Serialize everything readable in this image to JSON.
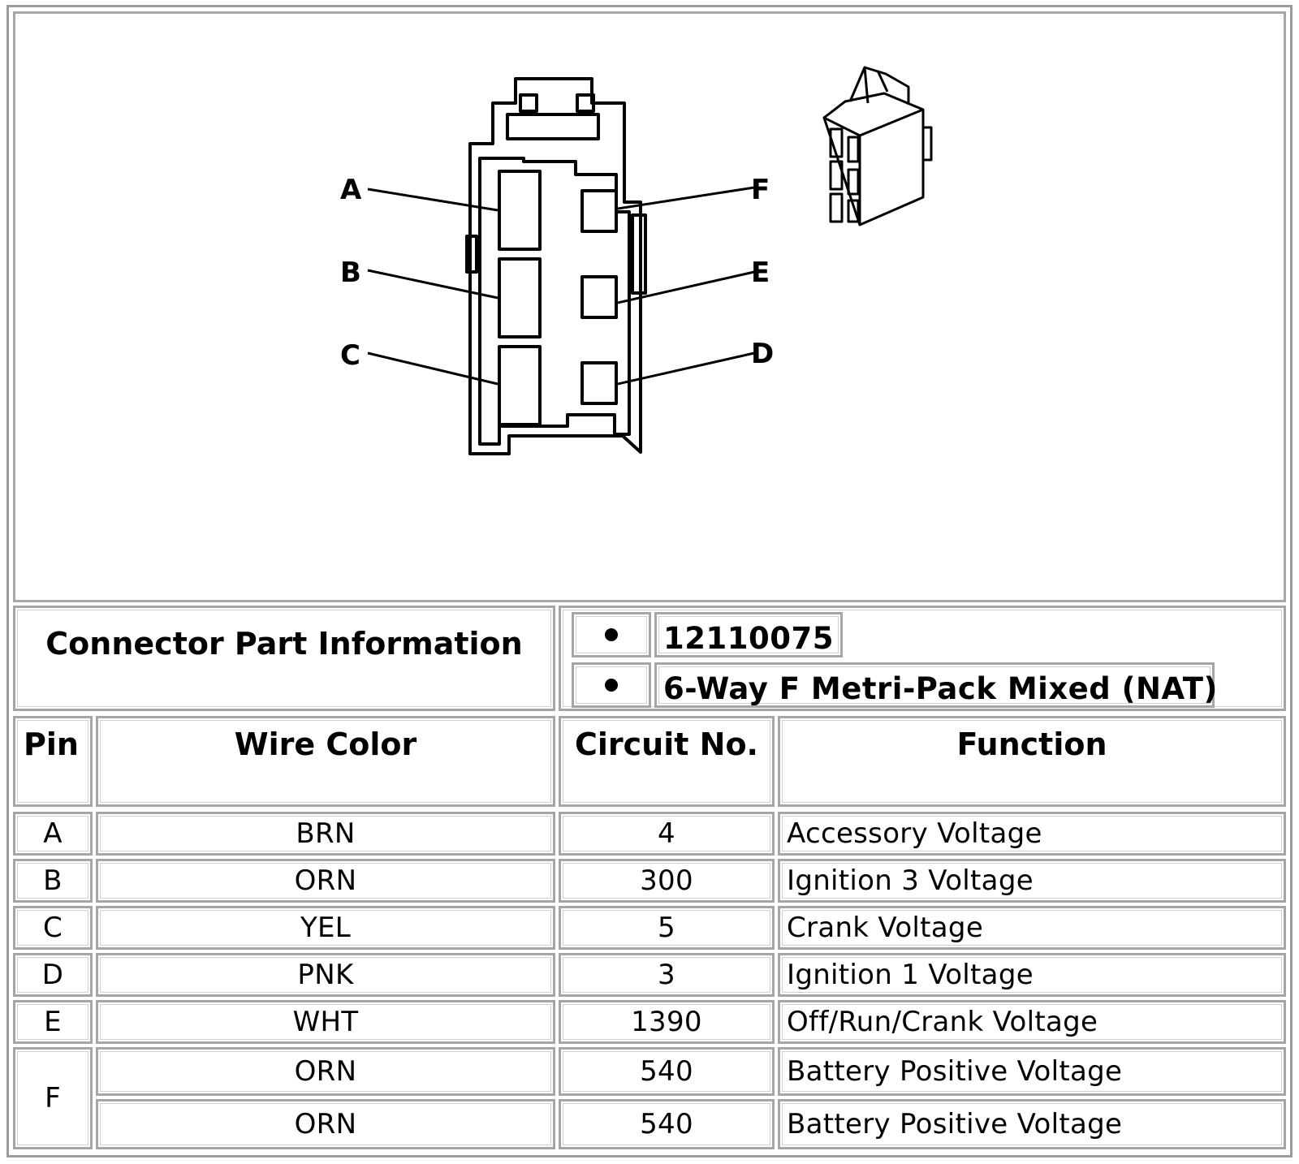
{
  "diagram": {
    "pin_labels": [
      "A",
      "B",
      "C",
      "D",
      "E",
      "F"
    ]
  },
  "part_info": {
    "label": "Connector Part Information",
    "items": [
      "12110075",
      "6-Way F Metri-Pack Mixed (NAT)"
    ]
  },
  "table": {
    "headers": {
      "pin": "Pin",
      "wire_color": "Wire Color",
      "circuit": "Circuit No.",
      "function": "Function"
    },
    "rows": [
      {
        "pin": "A",
        "wire_color": "BRN",
        "circuit": "4",
        "function": "Accessory Voltage"
      },
      {
        "pin": "B",
        "wire_color": "ORN",
        "circuit": "300",
        "function": "Ignition 3 Voltage"
      },
      {
        "pin": "C",
        "wire_color": "YEL",
        "circuit": "5",
        "function": "Crank Voltage"
      },
      {
        "pin": "D",
        "wire_color": "PNK",
        "circuit": "3",
        "function": "Ignition 1 Voltage"
      },
      {
        "pin": "E",
        "wire_color": "WHT",
        "circuit": "1390",
        "function": "Off/Run/Crank Voltage"
      },
      {
        "pin": "F",
        "wire_color": "ORN",
        "circuit": "540",
        "function": "Battery Positive Voltage"
      },
      {
        "pin": "",
        "wire_color": "ORN",
        "circuit": "540",
        "function": "Battery Positive Voltage"
      }
    ]
  }
}
